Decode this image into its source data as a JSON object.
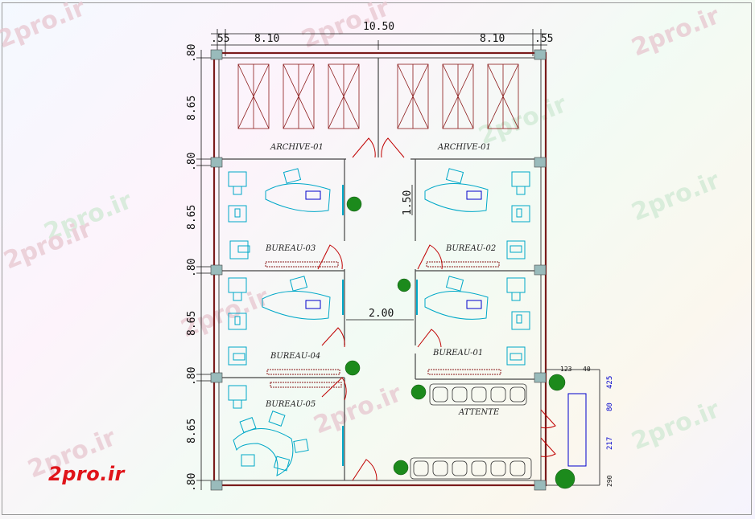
{
  "watermark": "2pro.ir",
  "brand": "2pro.ir",
  "dims": {
    "top_total": "10.50",
    "top_left": "8.10",
    "top_right": "8.10",
    "edge_left": ".55",
    "edge_right": ".55",
    "left": [
      ".80",
      "8.65",
      ".80",
      "8.65",
      ".80",
      "8.65",
      ".80",
      "8.65",
      ".80"
    ],
    "corridor_width": "2.00",
    "corridor_door": "1.50",
    "right_small": [
      "123",
      "40",
      "425",
      "80",
      "217",
      "290"
    ]
  },
  "rooms": {
    "archive_left": "ARCHIVE-01",
    "archive_right": "ARCHIVE-01",
    "bureau_03": "BUREAU-03",
    "bureau_02": "BUREAU-02",
    "bureau_04": "BUREAU-04",
    "bureau_01": "BUREAU-01",
    "bureau_05": "BUREAU-05",
    "attente": "ATTENTE"
  },
  "colors": {
    "wall": "#7a1b1b",
    "furniture": "#00a8c8",
    "plant": "#1c8a1c",
    "dim_blue": "#0000cc",
    "door": "#c00000"
  }
}
